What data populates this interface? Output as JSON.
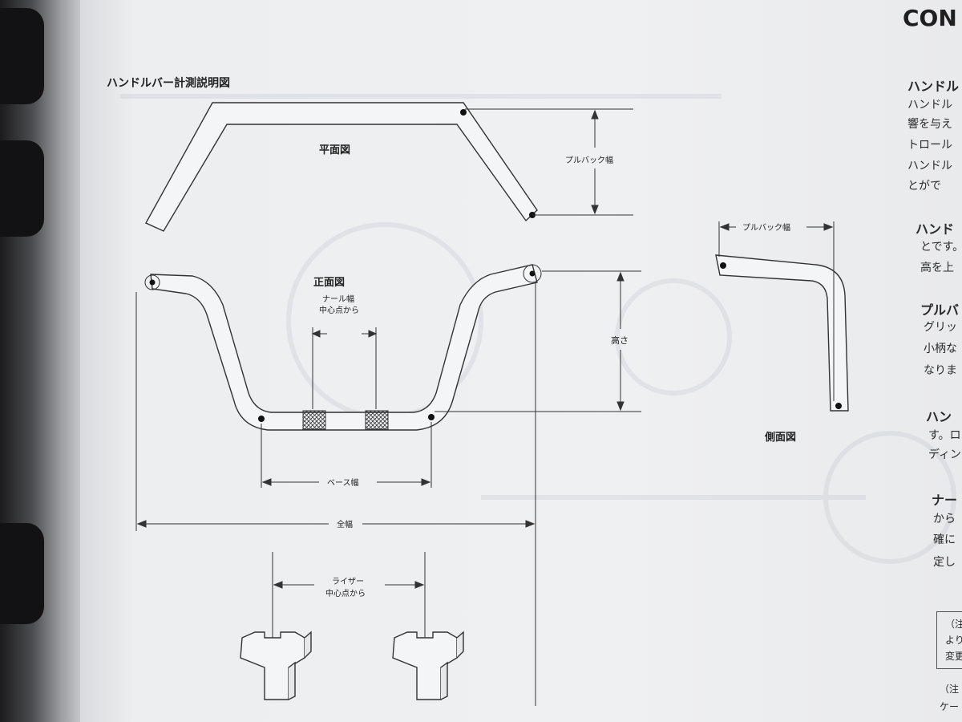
{
  "diagram": {
    "title": "ハンドルバー計測説明図",
    "top_view_label": "平面図",
    "front_view_label": "正面図",
    "side_view_label": "側面図",
    "pullback_label": "プルバック幅",
    "side_pullback_label": "プルバック幅",
    "knurl_line1": "ナール幅",
    "knurl_line2": "中心点から",
    "height_label": "高さ",
    "base_width_label": "ベース幅",
    "overall_width_label": "全幅",
    "riser_line1": "ライザー",
    "riser_line2": "中心点から"
  },
  "right_column": {
    "header": "CON",
    "lines": [
      {
        "text": "ハンドル",
        "style": "head"
      },
      {
        "text": "ハンドル",
        "style": "body"
      },
      {
        "text": "響を与え",
        "style": "body"
      },
      {
        "text": "トロール",
        "style": "body"
      },
      {
        "text": "ハンドル",
        "style": "body"
      },
      {
        "text": "とがで",
        "style": "body"
      },
      {
        "text": "ハンド",
        "style": "head"
      },
      {
        "text": "とです。",
        "style": "body"
      },
      {
        "text": "高を上",
        "style": "body"
      },
      {
        "text": "プルバ",
        "style": "head"
      },
      {
        "text": "グリッ",
        "style": "body"
      },
      {
        "text": "小柄な",
        "style": "body"
      },
      {
        "text": "なりま",
        "style": "body"
      },
      {
        "text": "ハン",
        "style": "head"
      },
      {
        "text": "す。ロ",
        "style": "body"
      },
      {
        "text": "ディン",
        "style": "body"
      },
      {
        "text": "ナー",
        "style": "head"
      },
      {
        "text": "から",
        "style": "body"
      },
      {
        "text": "確に",
        "style": "body"
      },
      {
        "text": "定し",
        "style": "body"
      }
    ],
    "note_lines": [
      "（注",
      "より",
      "変更"
    ],
    "footer_lines": [
      "（注",
      "ケー"
    ]
  }
}
